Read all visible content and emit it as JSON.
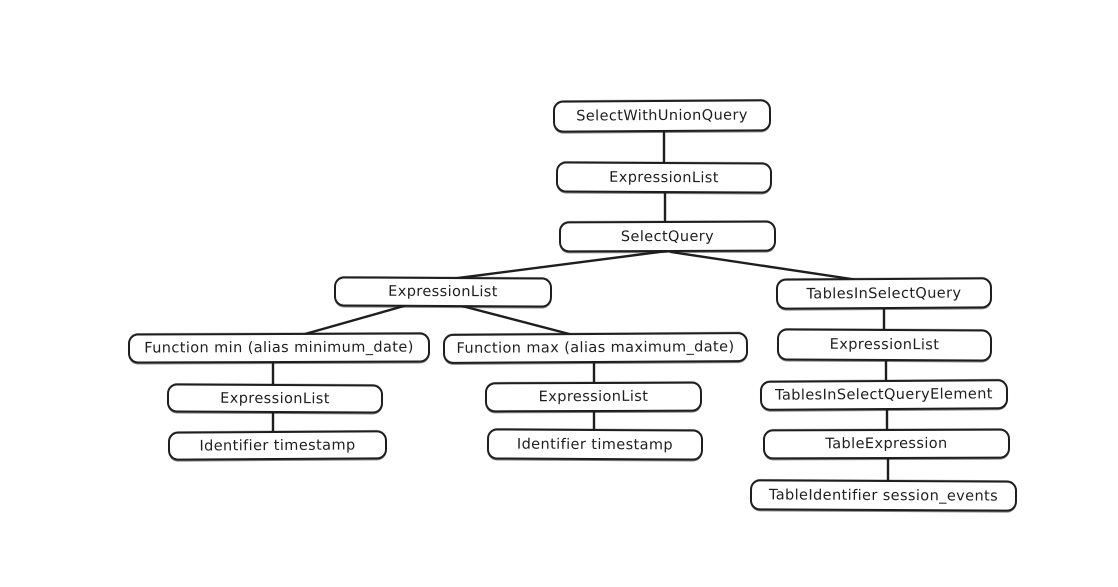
{
  "diagram": {
    "background_color": "#ffffff",
    "stroke_color": "#1e1e1e",
    "description": "Hand-drawn style tree diagram of a SQL abstract syntax tree",
    "nodes": {
      "select_with_union_query": {
        "label": "SelectWithUnionQuery"
      },
      "expression_list_root": {
        "label": "ExpressionList"
      },
      "select_query": {
        "label": "SelectQuery"
      },
      "expression_list_select": {
        "label": "ExpressionList"
      },
      "tables_in_select_query": {
        "label": "TablesInSelectQuery"
      },
      "function_min": {
        "label": "Function min (alias minimum_date)"
      },
      "function_max": {
        "label": "Function max (alias maximum_date)"
      },
      "expression_list_min": {
        "label": "ExpressionList"
      },
      "expression_list_max": {
        "label": "ExpressionList"
      },
      "expression_list_tables": {
        "label": "ExpressionList"
      },
      "identifier_timestamp_min": {
        "label": "Identifier timestamp"
      },
      "identifier_timestamp_max": {
        "label": "Identifier timestamp"
      },
      "tables_in_select_query_element": {
        "label": "TablesInSelectQueryElement"
      },
      "table_expression": {
        "label": "TableExpression"
      },
      "table_identifier": {
        "label": "TableIdentifier session_events"
      }
    },
    "edges": [
      "SelectWithUnionQuery -> ExpressionList",
      "ExpressionList -> SelectQuery",
      "SelectQuery -> ExpressionList",
      "SelectQuery -> TablesInSelectQuery",
      "ExpressionList -> Function min (alias minimum_date)",
      "ExpressionList -> Function max (alias maximum_date)",
      "Function min (alias minimum_date) -> ExpressionList",
      "ExpressionList -> Identifier timestamp",
      "Function max (alias maximum_date) -> ExpressionList",
      "ExpressionList -> Identifier timestamp",
      "TablesInSelectQuery -> ExpressionList",
      "ExpressionList -> TablesInSelectQueryElement",
      "TablesInSelectQueryElement -> TableExpression",
      "TableExpression -> TableIdentifier session_events"
    ]
  }
}
